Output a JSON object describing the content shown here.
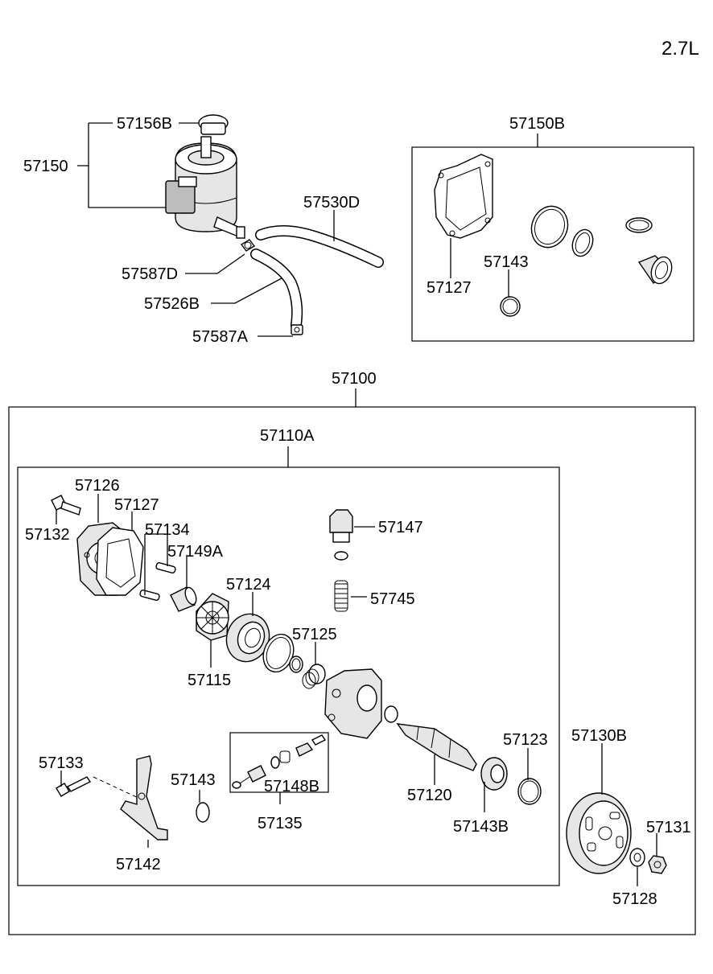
{
  "engine_label": "2.7L",
  "parts": {
    "p57150": "57150",
    "p57156B": "57156B",
    "p57530D": "57530D",
    "p57587D": "57587D",
    "p57526B": "57526B",
    "p57587A": "57587A",
    "p57150B": "57150B",
    "p57143_kit": "57143",
    "p57127_kit": "57127",
    "p57100": "57100",
    "p57110A": "57110A",
    "p57126": "57126",
    "p57127": "57127",
    "p57132": "57132",
    "p57134": "57134",
    "p57149A": "57149A",
    "p57124": "57124",
    "p57147": "57147",
    "p57745": "57745",
    "p57125": "57125",
    "p57115": "57115",
    "p57123": "57123",
    "p57130B": "57130B",
    "p57133": "57133",
    "p57143": "57143",
    "p57148B": "57148B",
    "p57135": "57135",
    "p57120": "57120",
    "p57131": "57131",
    "p57143B": "57143B",
    "p57142": "57142",
    "p57128": "57128"
  }
}
